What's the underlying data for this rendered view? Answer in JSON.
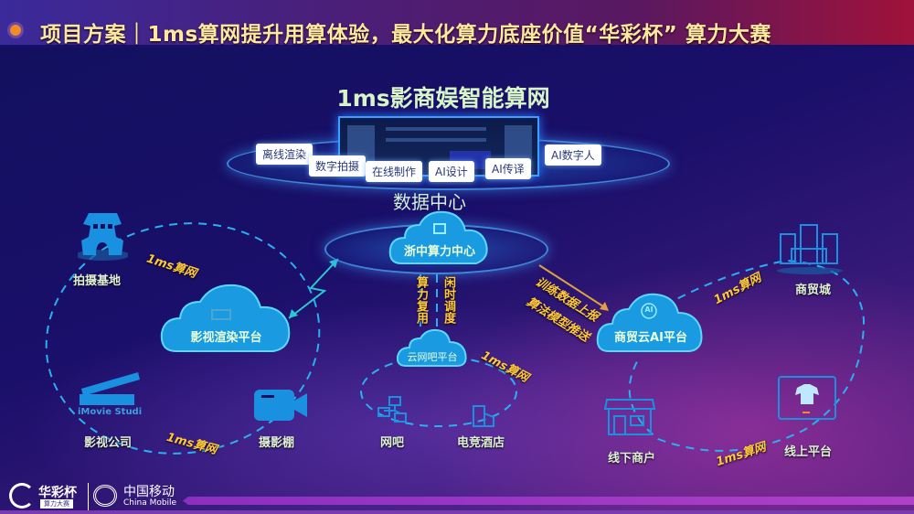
{
  "title": "项目方案｜1ms算网提升用算体验，最大化算力底座价值“华彩杯” 算力大赛",
  "main_title": "1ms影商娱智能算网",
  "services": [
    "离线渲染",
    "数字拍摄",
    "在线制作",
    "AI设计",
    "AI传译",
    "AI数字人"
  ],
  "data_center": "数据中心",
  "center_node": "浙中算力中心",
  "film": {
    "platform": "影视渲染平台",
    "nodes": [
      "拍摄基地",
      "影视公司",
      "摄影棚"
    ],
    "logo_text": "iMovie Studio pro"
  },
  "cafe": {
    "platform": "云网吧平台",
    "nodes": [
      "网吧",
      "电竞酒店"
    ],
    "up": "闲时调度",
    "down": "算力复用"
  },
  "commerce": {
    "platform": "商贸云AI平台",
    "nodes": [
      "商贸城",
      "线上平台",
      "线下商户"
    ],
    "upload": "训练数据上报",
    "push": "算法模型推送",
    "ai_badge": "AI"
  },
  "link_label": "1ms算网",
  "footer": {
    "contest": "华彩杯",
    "contest_sub": "算力大赛",
    "company": "中国移动",
    "company_en": "China Mobile"
  },
  "colors": {
    "accent": "#ffc83a",
    "cloud": "#1a9ae0",
    "line": "#2ab0f0",
    "bar": "#9b2fc0"
  }
}
